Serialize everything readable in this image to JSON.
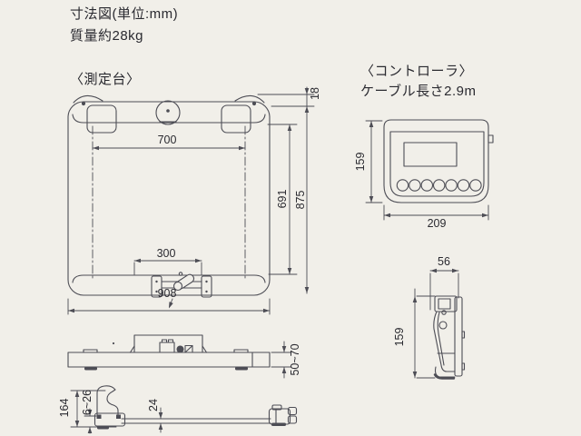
{
  "colors": {
    "background": "#f1efe9",
    "line": "#4d4d55",
    "text": "#2a2a30"
  },
  "header": {
    "title": "寸法図(単位:mm)",
    "mass": "質量約28kg"
  },
  "platform": {
    "label": "〈測定台〉",
    "dimensions": {
      "inner_width": "700",
      "inner_depth": "691",
      "overall_depth": "875",
      "rail_height": "18",
      "pedal_unit_width": "300",
      "overall_width": "908",
      "platform_height": "50~70",
      "wheel_unit_height": "164",
      "ground_clearance": "6~26",
      "frame_thickness": "24"
    }
  },
  "controller": {
    "label": "〈コントローラ〉",
    "cable": "ケーブル長さ2.9m",
    "dimensions": {
      "front_height": "159",
      "front_width": "209",
      "depth": "56",
      "side_height": "159"
    }
  }
}
